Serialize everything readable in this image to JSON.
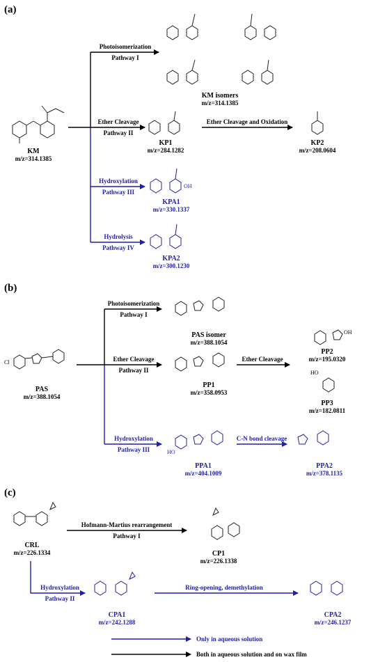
{
  "panels": {
    "a": {
      "label": "(a)",
      "start": {
        "name": "KM",
        "mz": "m/z=314.1385"
      },
      "p1": {
        "step": "Photoisomerization",
        "pathway": "Pathway I",
        "product": "KM isomers",
        "mz": "m/z=314.1385"
      },
      "p2": {
        "step": "Ether Cleavage",
        "pathway": "Pathway II",
        "product": "KP1",
        "mz": "m/z=284.1282"
      },
      "p2b": {
        "step": "Ether Cleavage and Oxidation",
        "product": "KP2",
        "mz": "m/z=208.0604"
      },
      "p3": {
        "step": "Hydroxylation",
        "pathway": "Pathway III",
        "product": "KPA1",
        "mz": "m/z=330.1337",
        "oh": "OH"
      },
      "p4": {
        "step": "Hydrolysis",
        "pathway": "Pathway IV",
        "product": "KPA2",
        "mz": "m/z=300.1230"
      }
    },
    "b": {
      "label": "(b)",
      "start": {
        "name": "PAS",
        "mz": "m/z=388.1054",
        "cl": "Cl"
      },
      "p1": {
        "step": "Photoisomerization",
        "pathway": "Pathway I",
        "product": "PAS isomer",
        "mz": "m/z=388.1054"
      },
      "p2": {
        "step": "Ether Cleavage",
        "pathway": "Pathway II",
        "product": "PP1",
        "mz": "m/z=358.0953"
      },
      "p2b": {
        "step": "Ether Cleavage"
      },
      "pp2": {
        "product": "PP2",
        "mz": "m/z=195.0320",
        "oh": "OH"
      },
      "pp3": {
        "product": "PP3",
        "mz": "m/z=182.0811",
        "oh": "HO"
      },
      "p3": {
        "step": "Hydroxylation",
        "pathway": "Pathway III",
        "product": "PPA1",
        "mz": "m/z=404.1009",
        "ho": "HO"
      },
      "p3b": {
        "step": "C-N bond cleavage",
        "product": "PPA2",
        "mz": "m/z=378.1135"
      }
    },
    "c": {
      "label": "(c)",
      "start": {
        "name": "CRL",
        "mz": "m/z=226.1334"
      },
      "p1": {
        "step": "Hofmann-Martius rearrangement",
        "pathway": "Pathway I",
        "product": "CP1",
        "mz": "m/z=226.1338"
      },
      "p2": {
        "step": "Hydroxylation",
        "pathway": "Pathway II",
        "product": "CPA1",
        "mz": "m/z=242.1288"
      },
      "p2b": {
        "step": "Ring-opening, demethylation",
        "product": "CPA2",
        "mz": "m/z=246.1237"
      }
    }
  },
  "legend": {
    "blue": "Only in aqueous solution",
    "black": "Both in aqueous solution and on wax film"
  },
  "colors": {
    "blue": "#1f1fa8",
    "black": "#000000"
  }
}
